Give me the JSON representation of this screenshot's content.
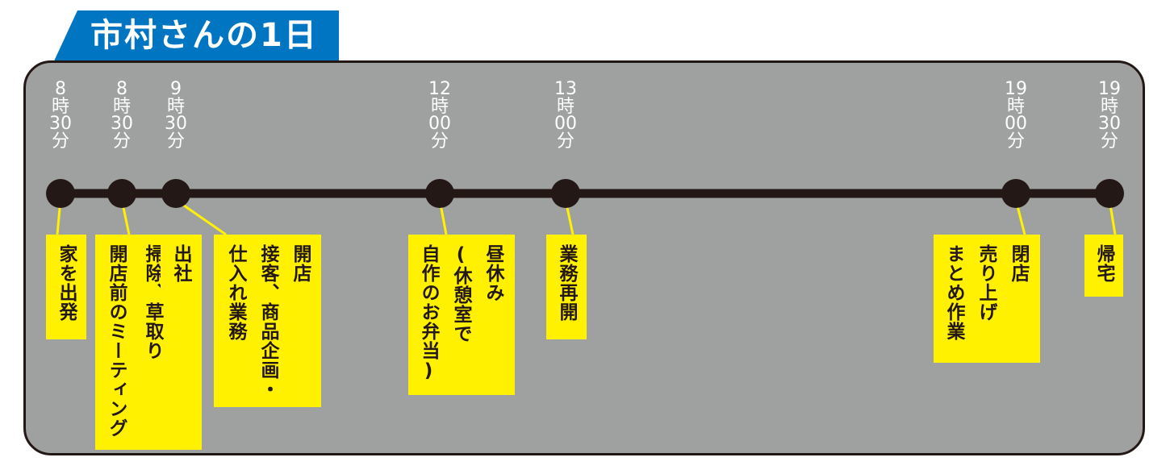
{
  "title": "市村さんの1日",
  "colors": {
    "title_bg": "#0075c2",
    "panel_bg": "#9fa0a0",
    "timeline": "#231815",
    "box_bg": "#fff100",
    "time_text": "#ffffff"
  },
  "events": [
    {
      "time": [
        "8",
        "時",
        "30",
        "分"
      ],
      "lines": [
        "家を出発"
      ]
    },
    {
      "time": [
        "8",
        "時",
        "30",
        "分"
      ],
      "lines": [
        "掃除、草取り",
        "開店前のミーティング"
      ]
    },
    {
      "time": [
        "9",
        "時",
        "30",
        "分"
      ],
      "lines": [
        "出社"
      ]
    },
    {
      "time": [],
      "lines": [
        "開店",
        "接客、商品企画・",
        "仕入れ業務"
      ]
    },
    {
      "time": [
        "12",
        "時",
        "00",
        "分"
      ],
      "lines": [
        "昼休み",
        "(休憩室で",
        "自作のお弁当)"
      ]
    },
    {
      "time": [
        "13",
        "時",
        "00",
        "分"
      ],
      "lines": [
        "業務再開"
      ]
    },
    {
      "time": [
        "19",
        "時",
        "00",
        "分"
      ],
      "lines": [
        "閉店",
        "売り上げ",
        "まとめ作業"
      ]
    },
    {
      "time": [
        "19",
        "時",
        "30",
        "分"
      ],
      "lines": [
        "帰宅"
      ]
    }
  ]
}
